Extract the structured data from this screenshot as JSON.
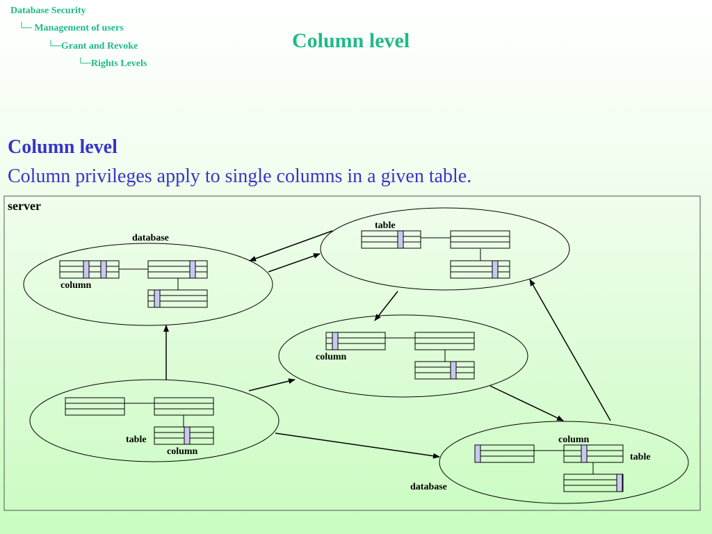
{
  "breadcrumb": {
    "level1": "Database Security",
    "level2": "Management of users",
    "level3": "Grant and Revoke",
    "level4": "Rights Levels"
  },
  "slide_title": "Column level",
  "section": {
    "heading": "Column level",
    "description": "Column privileges apply to single columns in a given table."
  },
  "diagram": {
    "server_label": "server",
    "labels": {
      "db1_database": "database",
      "db1_column": "column",
      "db2_table": "table",
      "db3_column": "column",
      "db4_table": "table",
      "db4_column": "column",
      "db5_column": "column",
      "db5_table": "table",
      "db5_database": "database"
    }
  },
  "colors": {
    "accent_title": "#1fb98a",
    "heading_text": "#3535c8",
    "highlight_column": "#c8c8f0"
  }
}
